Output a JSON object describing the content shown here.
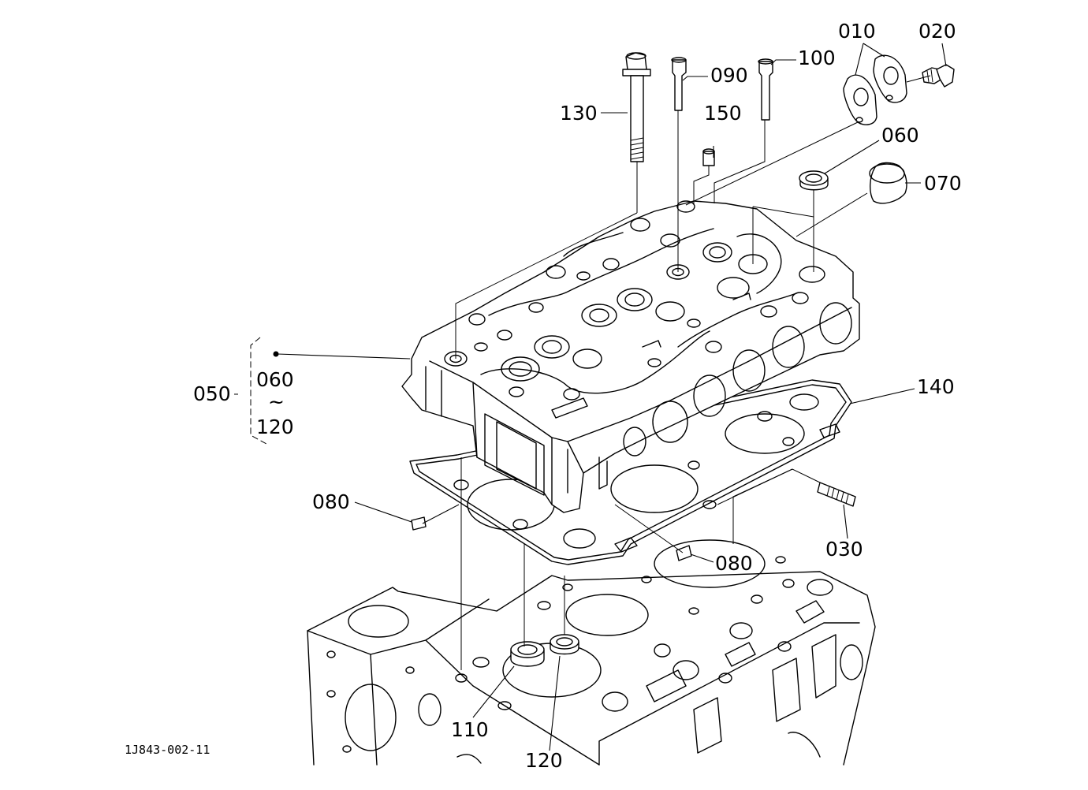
{
  "drawing_code": "1J843-002-11",
  "assembly": {
    "label": "050",
    "range_from": "060",
    "range_sep": "~",
    "range_to": "120"
  },
  "labels": {
    "p010": "010",
    "p020": "020",
    "p030": "030",
    "p060": "060",
    "p070": "070",
    "p080a": "080",
    "p080b": "080",
    "p090": "090",
    "p100": "100",
    "p110": "110",
    "p120": "120",
    "p130": "130",
    "p140": "140",
    "p150": "150"
  }
}
